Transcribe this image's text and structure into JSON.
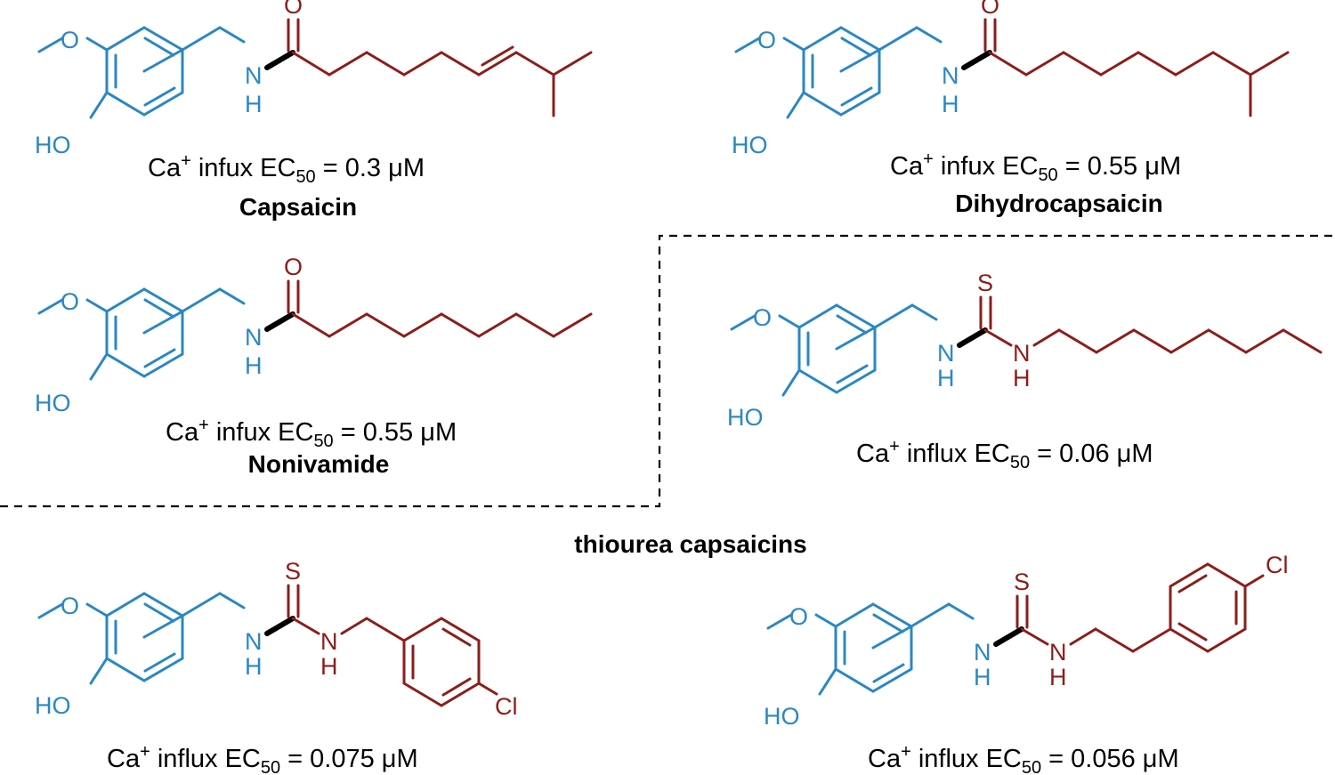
{
  "colors": {
    "vanillyl": "#2a87c3",
    "acyl": "#8b1e1b",
    "text": "#000000"
  },
  "atoms": {
    "O": "O",
    "S": "S",
    "N": "N",
    "H": "H",
    "HO": "HO",
    "Cl": "Cl"
  },
  "compounds": [
    {
      "name": "Capsaicin",
      "cap_prefix": "Ca",
      "cap_sup": "+",
      "cap_word": " infux EC",
      "cap_sub": "50",
      "cap_value": " = 0.3 μM"
    },
    {
      "name": "Dihydrocapsaicin",
      "cap_prefix": "Ca",
      "cap_sup": "+",
      "cap_word": " infux EC",
      "cap_sub": "50",
      "cap_value": " = 0.55 μM"
    },
    {
      "name": "Nonivamide",
      "cap_prefix": "Ca",
      "cap_sup": "+",
      "cap_word": " infux EC",
      "cap_sub": "50",
      "cap_value": " = 0.55 μM"
    },
    {
      "name": "",
      "cap_prefix": "Ca",
      "cap_sup": "+",
      "cap_word": " influx EC",
      "cap_sub": "50",
      "cap_value": " = 0.06 μM"
    },
    {
      "name": "",
      "cap_prefix": "Ca",
      "cap_sup": "+",
      "cap_word": " influx EC",
      "cap_sub": "50",
      "cap_value": " = 0.075 μM"
    },
    {
      "name": "",
      "cap_prefix": "Ca",
      "cap_sup": "+",
      "cap_word": " influx EC",
      "cap_sub": "50",
      "cap_value": " = 0.056 μM"
    }
  ],
  "group_label": "thiourea capsaicins"
}
